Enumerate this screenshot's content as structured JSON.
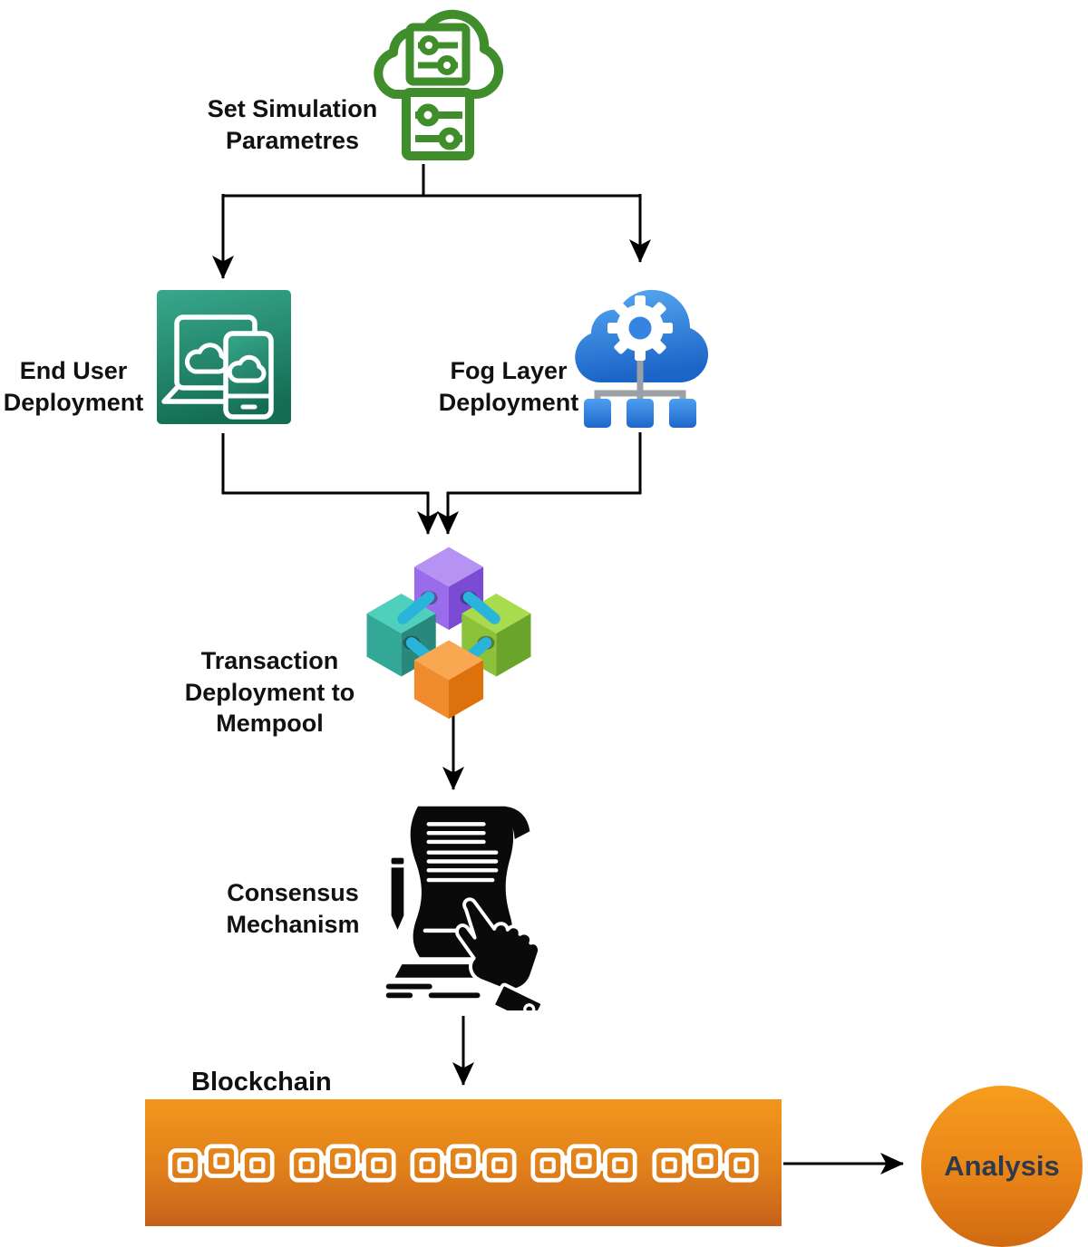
{
  "diagram": {
    "nodes": {
      "simulation": {
        "label": "Set Simulation\nParametres"
      },
      "end_user": {
        "label": "End User\nDeployment"
      },
      "fog": {
        "label": "Fog Layer\nDeployment"
      },
      "mempool": {
        "label": "Transaction\nDeployment to Mempool"
      },
      "consensus": {
        "label": "Consensus\nMechanism"
      },
      "blockchain": {
        "label": "Blockchain",
        "chain_icon_count": 5
      },
      "analysis": {
        "label": "Analysis"
      }
    },
    "colors": {
      "simulation_green": "#3f8e2b",
      "end_user_teal_top": "#38a88c",
      "end_user_teal_bottom": "#156e54",
      "fog_blue_top": "#58aaf2",
      "fog_blue_bottom": "#1b64c8",
      "cube_purple": "#9a6ceb",
      "cube_teal": "#33a897",
      "cube_green": "#8cc23a",
      "cube_orange": "#f08c2e",
      "cube_link_cyan": "#29b5da",
      "consensus_black": "#0a0a0a",
      "blockchain_bar_top": "#f2961d",
      "blockchain_bar_bottom": "#c4611b",
      "analysis_orange_top": "#f79d1e",
      "analysis_orange_bottom": "#d06a12",
      "analysis_text": "#2e3a4c",
      "arrow_black": "#000000"
    }
  }
}
